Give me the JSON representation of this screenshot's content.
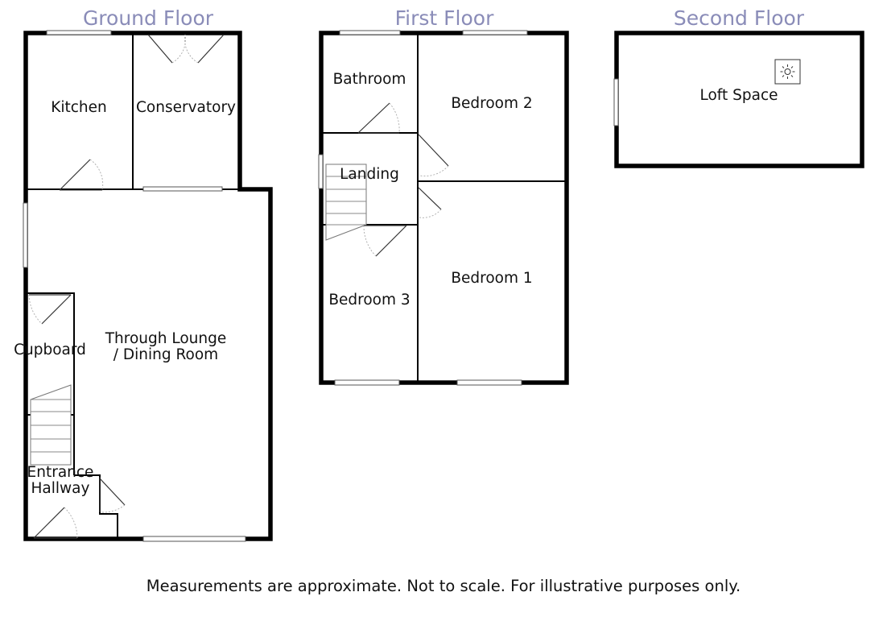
{
  "floors": [
    {
      "title": "Ground Floor",
      "rooms": [
        "Kitchen",
        "Conservatory",
        "Through Lounge",
        "/ Dining Room",
        "Cupboard",
        "Entrance",
        "Hallway"
      ]
    },
    {
      "title": "First Floor",
      "rooms": [
        "Bathroom",
        "Bedroom 2",
        "Landing",
        "Bedroom 1",
        "Bedroom 3"
      ]
    },
    {
      "title": "Second Floor",
      "rooms": [
        "Loft Space"
      ]
    }
  ],
  "icons": [
    "door-icon",
    "window-icon",
    "staircase-icon",
    "skylight-icon"
  ],
  "colors": {
    "floor_title": "#8a8cb8",
    "walls": "#000000",
    "background": "#ffffff"
  },
  "footer": "Measurements are approximate. Not to scale. For illustrative purposes only."
}
